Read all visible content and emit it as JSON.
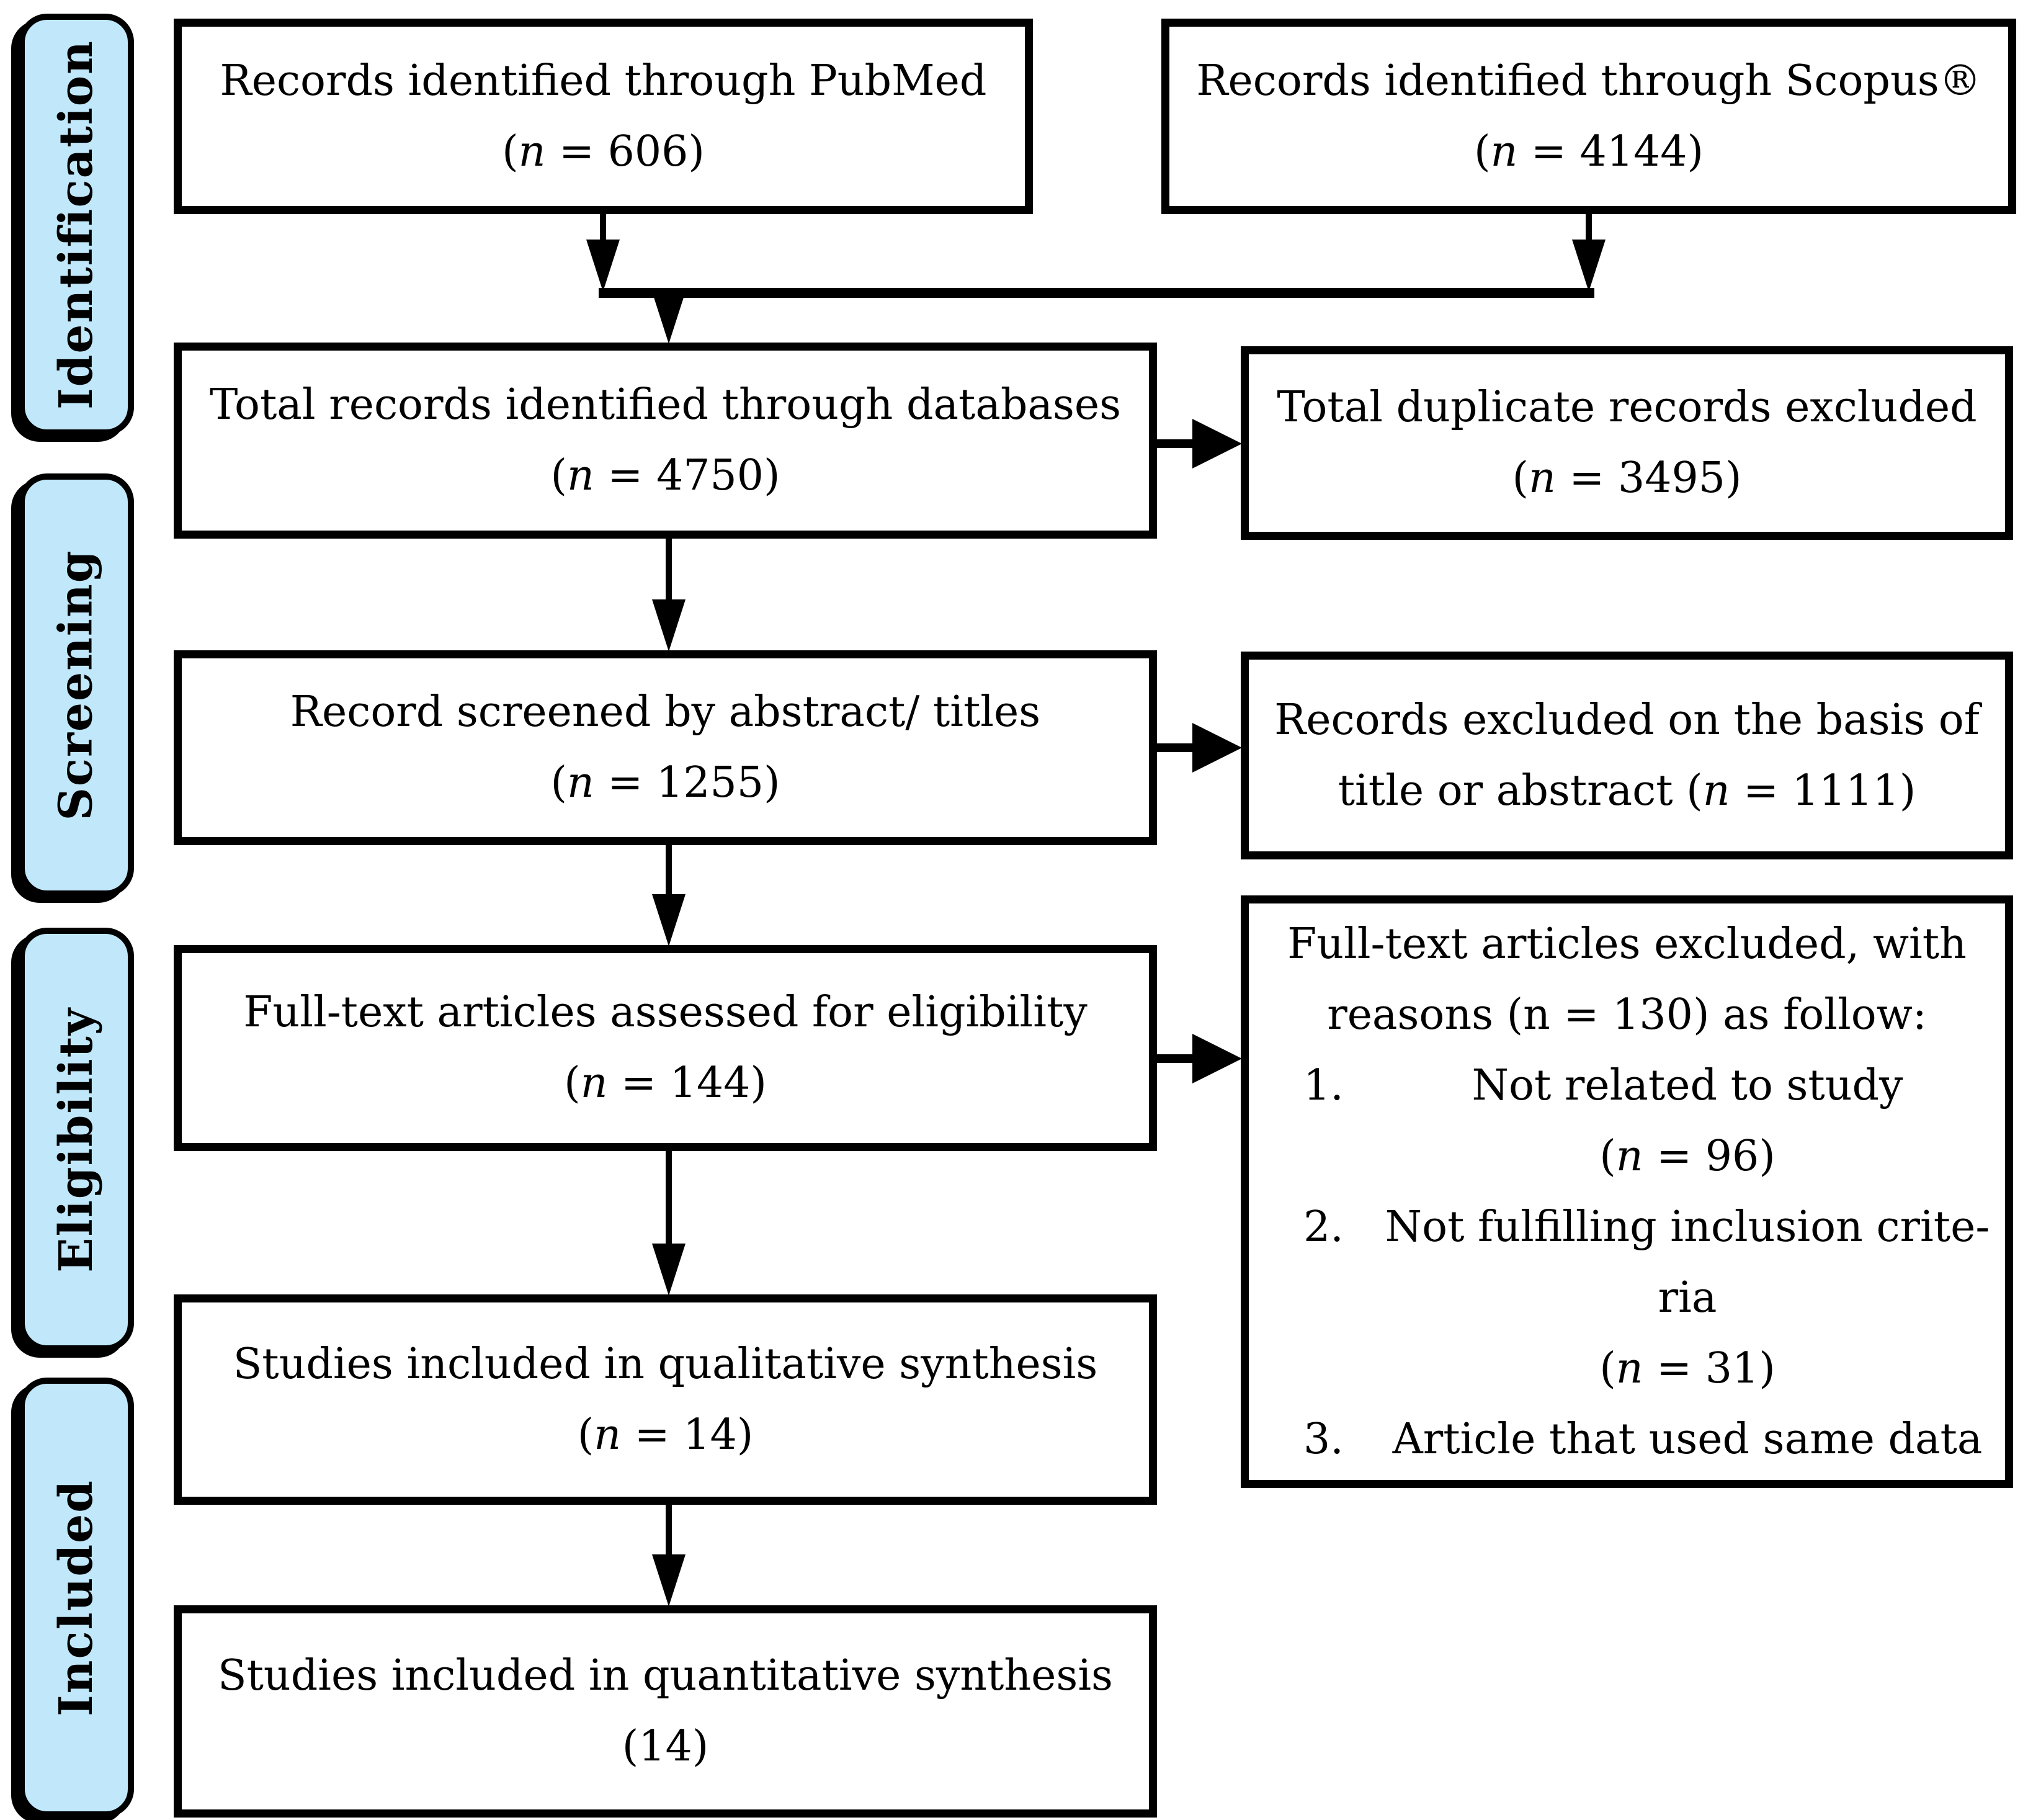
{
  "colors": {
    "sidebar_fill": "#C0E8FA",
    "line_color": "#000000",
    "box_background": "#FFFFFF"
  },
  "sidebar": {
    "items": [
      {
        "label": "Identification"
      },
      {
        "label": "Screening"
      },
      {
        "label": "Eligibility"
      },
      {
        "label": "Included"
      }
    ]
  },
  "boxes": {
    "pubmed": {
      "title": "Records identified through PubMed",
      "n": {
        "open": "(",
        "var": "n",
        "rest": " = 606)"
      }
    },
    "scopus": {
      "title": "Records identified through Scopus®",
      "n": {
        "open": "(",
        "var": "n",
        "rest": " = 4144)"
      }
    },
    "total_records": {
      "title": "Total records identified through databases",
      "n": {
        "open": "(",
        "var": "n",
        "rest": " = 4750)"
      }
    },
    "screened": {
      "title": "Record screened by abstract/ titles",
      "n": {
        "open": "(",
        "var": "n",
        "rest": " = 1255)"
      }
    },
    "fulltext_assessed": {
      "title": "Full-text articles assessed for eligibility",
      "n": {
        "open": "(",
        "var": "n",
        "rest": " = 144)"
      }
    },
    "qualitative": {
      "title": "Studies included in qualitative synthesis",
      "n": {
        "open": "(",
        "var": "n",
        "rest": " = 14)"
      }
    },
    "quantitative": {
      "title": "Studies included in quantitative synthesis",
      "n_plain": "(14)"
    }
  },
  "side_boxes": {
    "duplicates_excluded": {
      "title": "Total duplicate records excluded",
      "n": {
        "open": "(",
        "var": "n",
        "rest": " = 3495)"
      }
    },
    "excluded_title_abstract": {
      "line1": "Records excluded on the basis of",
      "line2": {
        "pre": "title or abstract (",
        "var": "n",
        "rest": " = 1111)"
      }
    },
    "fulltext_excluded": {
      "line1": "Full-text articles excluded, with",
      "line2": "reasons (n = 130) as follow:",
      "items": [
        {
          "num": "1.",
          "text": "Not related to study",
          "n": {
            "open": "(",
            "var": "n",
            "rest": " = 96)"
          }
        },
        {
          "num": "2.",
          "text": "Not fulfilling inclusion crite-",
          "cont": "ria",
          "n": {
            "open": "(",
            "var": "n",
            "rest": " = 31)"
          }
        },
        {
          "num": "3.",
          "text": "Article that used same data"
        }
      ]
    }
  }
}
